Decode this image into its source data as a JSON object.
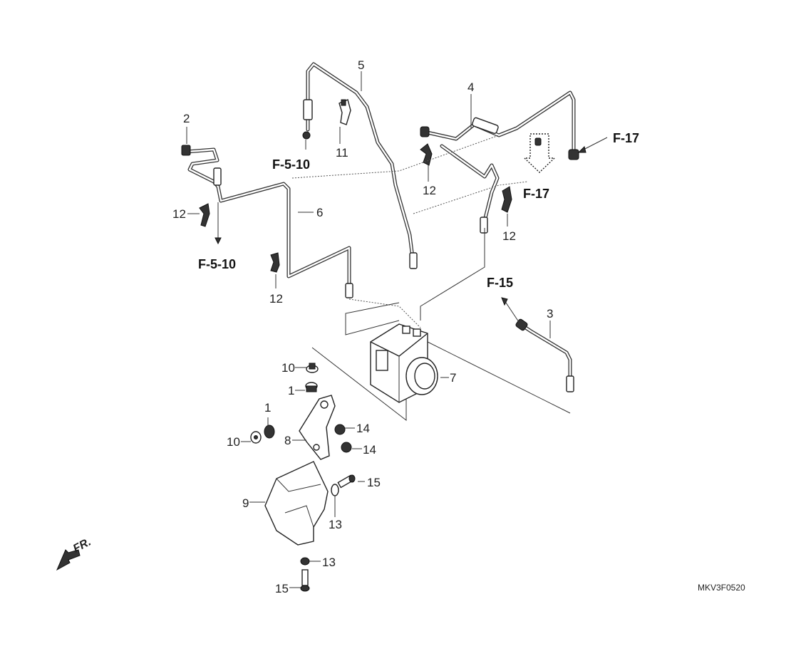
{
  "diagram": {
    "part_numbers": {
      "n1a": "1",
      "n1b": "1",
      "n2": "2",
      "n3": "3",
      "n4": "4",
      "n5": "5",
      "n6": "6",
      "n7": "7",
      "n8": "8",
      "n9": "9",
      "n10a": "10",
      "n10b": "10",
      "n11": "11",
      "n12a": "12",
      "n12b": "12",
      "n12c": "12",
      "n12d": "12",
      "n13a": "13",
      "n13b": "13",
      "n14a": "14",
      "n14b": "14",
      "n15a": "15",
      "n15b": "15"
    },
    "references": {
      "f510a": "F-5-10",
      "f510b": "F-5-10",
      "f17a": "F-17",
      "f17b": "F-17",
      "f15": "F-15"
    },
    "direction_label": "FR.",
    "drawing_code": "MKV3F0520"
  }
}
